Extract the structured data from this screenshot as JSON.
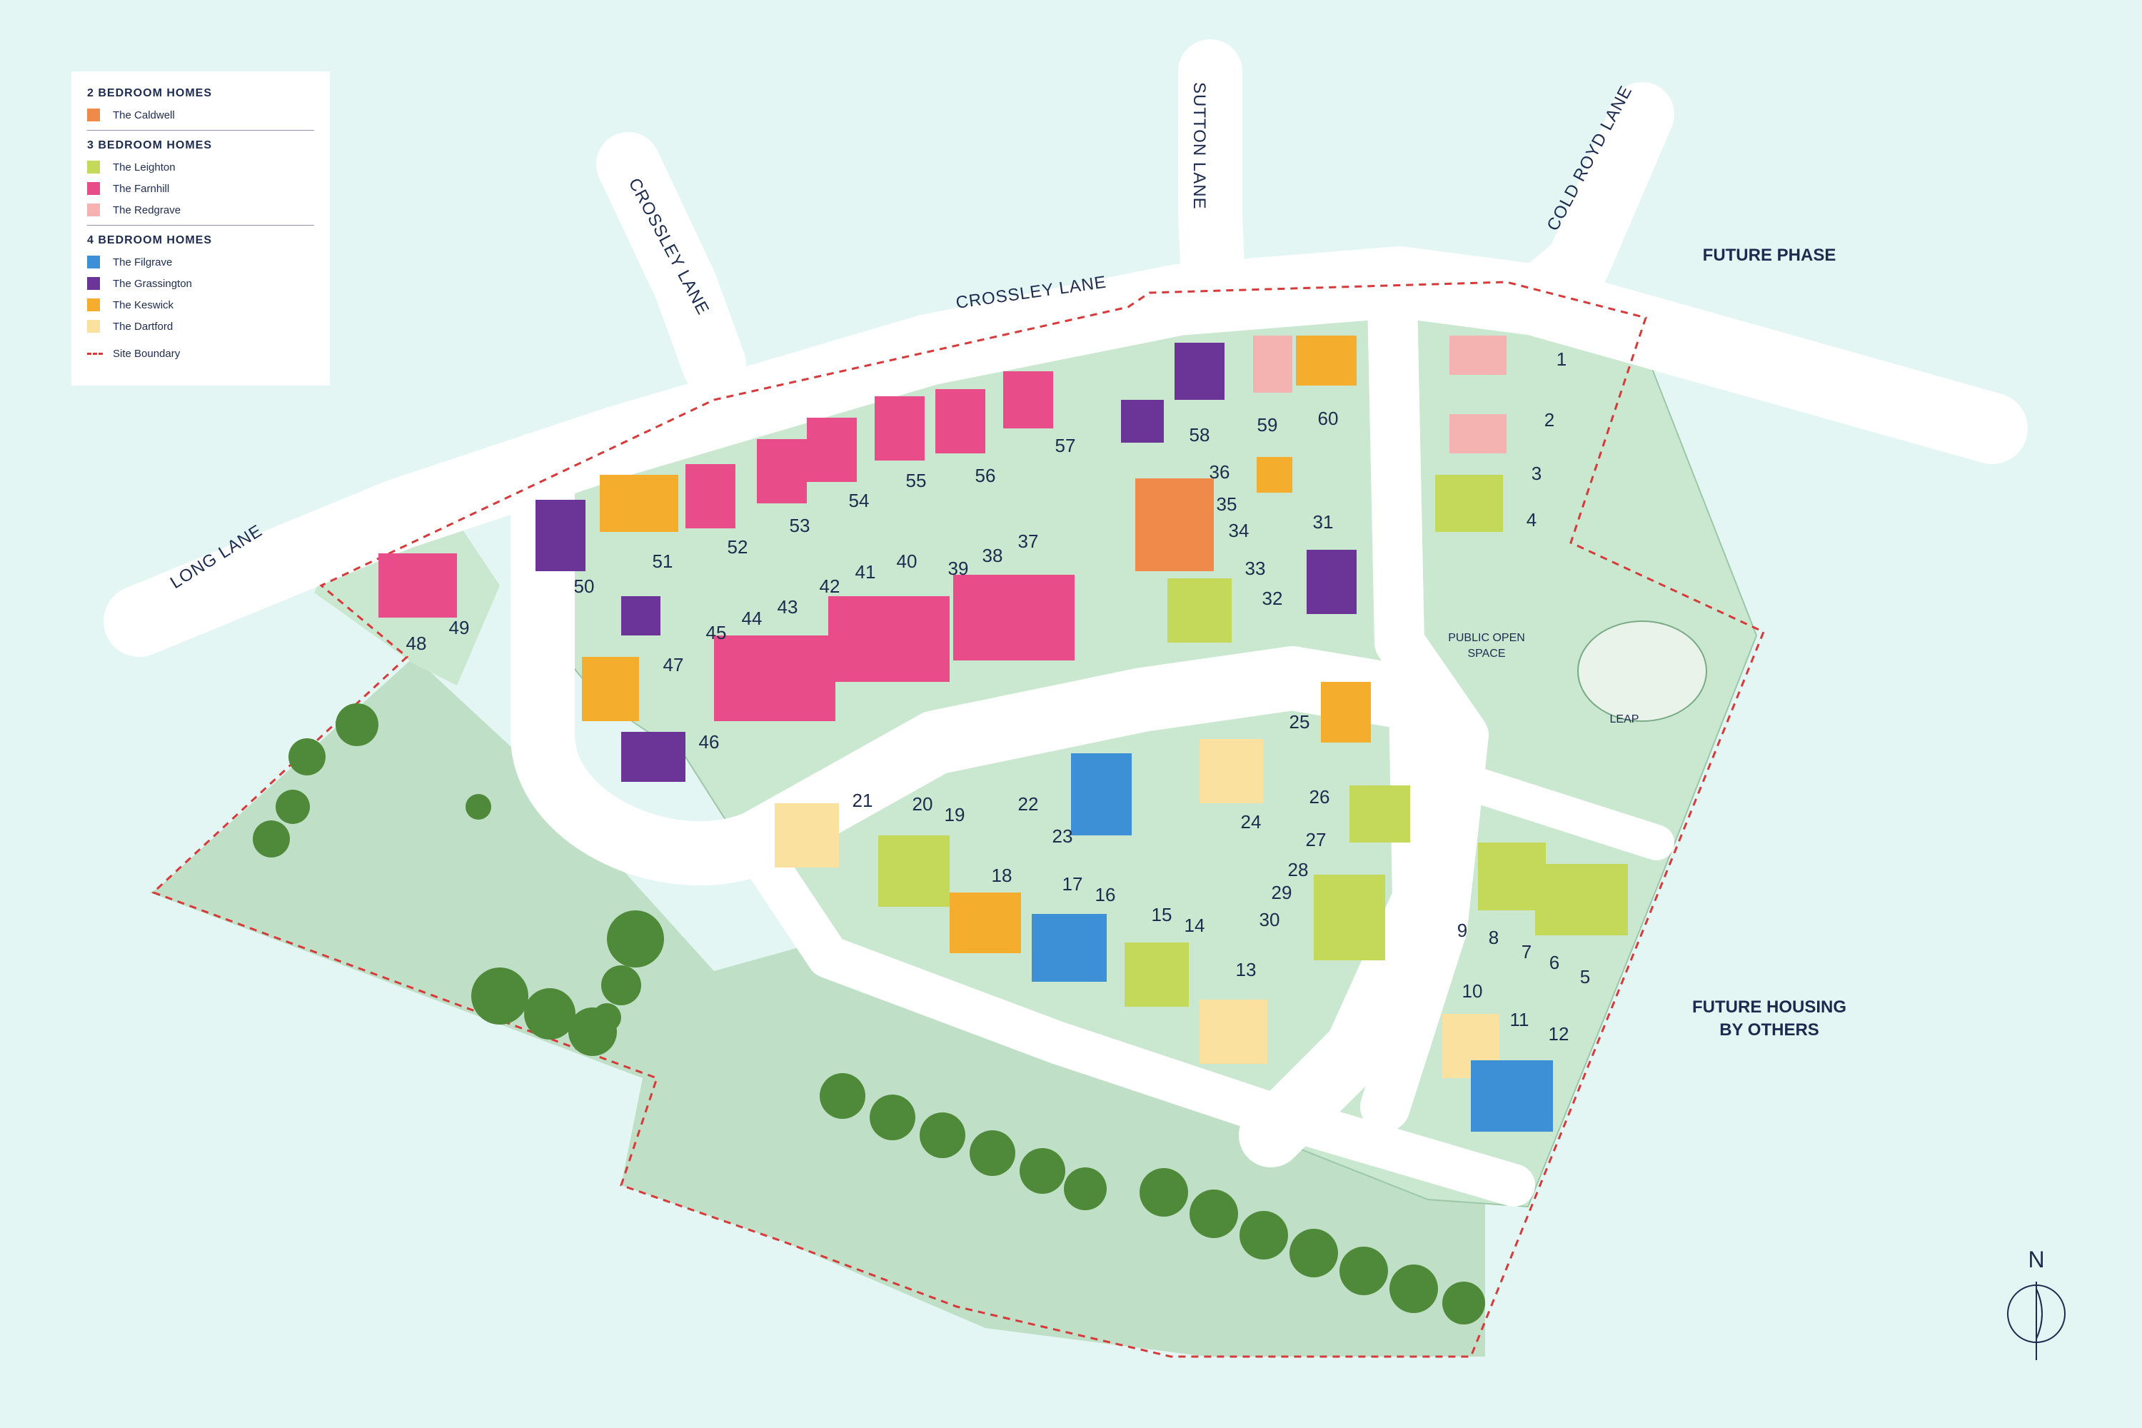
{
  "legend": {
    "groups": [
      {
        "heading": "2 BEDROOM HOMES",
        "items": [
          {
            "label": "The Caldwell",
            "color": "#ef8a4a"
          }
        ]
      },
      {
        "heading": "3 BEDROOM HOMES",
        "items": [
          {
            "label": "The Leighton",
            "color": "#c4d85a"
          },
          {
            "label": "The Farnhill",
            "color": "#e84d8a"
          },
          {
            "label": "The Redgrave",
            "color": "#f4b3b0"
          }
        ]
      },
      {
        "heading": "4 BEDROOM HOMES",
        "items": [
          {
            "label": "The Filgrave",
            "color": "#3d8fd6"
          },
          {
            "label": "The Grassington",
            "color": "#6a3596"
          },
          {
            "label": "The Keswick",
            "color": "#f5ad2e"
          },
          {
            "label": "The Dartford",
            "color": "#fbe1a0"
          }
        ]
      }
    ],
    "boundary_label": "Site Boundary",
    "boundary_color": "#d63a3a"
  },
  "roads": {
    "crossley_lane_a": "CROSSLEY LANE",
    "crossley_lane_b": "CROSSLEY LANE",
    "sutton_lane": "SUTTON LANE",
    "cold_royd_lane": "COLD ROYD LANE",
    "long_lane": "LONG LANE"
  },
  "areas": {
    "future_phase": "FUTURE PHASE",
    "future_housing_1": "FUTURE HOUSING",
    "future_housing_2": "BY OTHERS",
    "public_open_space_1": "PUBLIC OPEN",
    "public_open_space_2": "SPACE",
    "leap": "LEAP"
  },
  "compass": {
    "label": "N"
  },
  "colors": {
    "background": "#e3f6f4",
    "green": "#bfe0c7",
    "road": "#ffffff",
    "plot_green": "#c9e8cf",
    "tree": "#4f8a3a"
  },
  "plot_numbers": [
    "1",
    "2",
    "3",
    "4",
    "5",
    "6",
    "7",
    "8",
    "9",
    "10",
    "11",
    "12",
    "13",
    "14",
    "15",
    "16",
    "17",
    "18",
    "19",
    "20",
    "21",
    "22",
    "23",
    "24",
    "25",
    "26",
    "27",
    "28",
    "29",
    "30",
    "31",
    "32",
    "33",
    "34",
    "35",
    "36",
    "37",
    "38",
    "39",
    "40",
    "41",
    "42",
    "43",
    "44",
    "45",
    "46",
    "47",
    "48",
    "49",
    "50",
    "51",
    "52",
    "53",
    "54",
    "55",
    "56",
    "57",
    "58",
    "59",
    "60"
  ]
}
